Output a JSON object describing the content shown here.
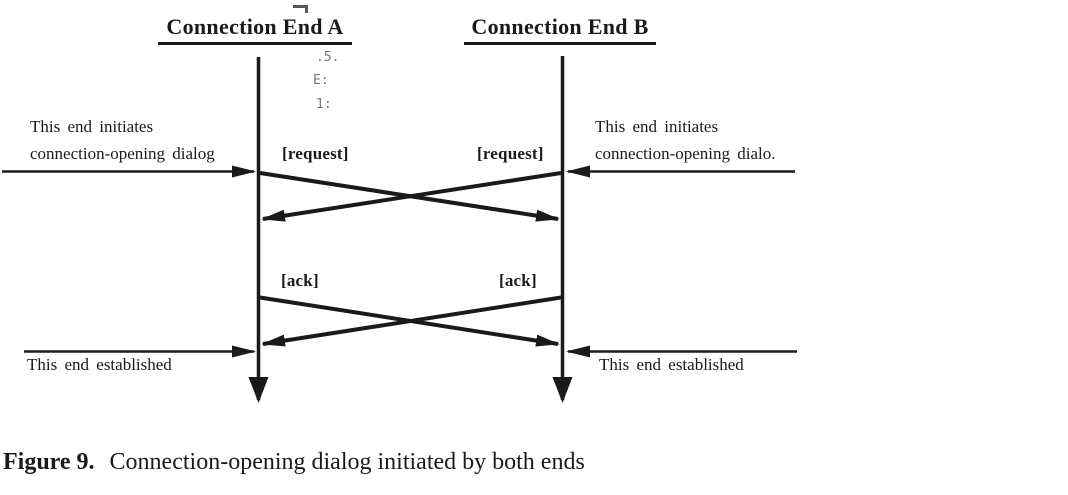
{
  "figure": {
    "lifelines": [
      {
        "header": "Connection End A"
      },
      {
        "header": "Connection End B"
      }
    ],
    "labels": {
      "request_left": "[request]",
      "request_right": "[request]",
      "ack_left": "[ack]",
      "ack_right": "[ack]"
    },
    "notes": {
      "left_initiates": [
        "This end initiates",
        "connection-opening dialog"
      ],
      "right_initiates": [
        "This end initiates",
        "connection-opening dialo."
      ],
      "left_established": "This end established",
      "right_established": "This end established"
    },
    "scan_marks": [
      ".5.",
      "E:",
      "1:"
    ]
  },
  "caption": {
    "label": "Figure 9.",
    "text": "Connection-opening dialog initiated by both ends"
  },
  "colors": {
    "ink": "#1a1a1a",
    "paper": "#ffffff"
  }
}
